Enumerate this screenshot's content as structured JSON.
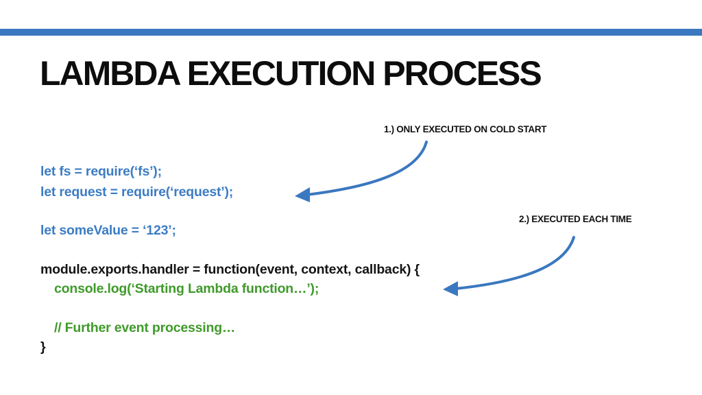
{
  "slide": {
    "title": "LAMBDA EXECUTION PROCESS",
    "accent_color": "#3a78bf"
  },
  "annotations": [
    {
      "label": "1.) ONLY EXECUTED ON COLD START"
    },
    {
      "label": "2.) EXECUTED EACH TIME"
    }
  ],
  "code": {
    "colors": {
      "module_scope": "#3c7cc4",
      "handler": "#141414",
      "handler_body": "#3f9a2a"
    },
    "lines": [
      "let fs = require(‘fs’);",
      "let request = require(‘request’);",
      "let someValue = ‘123’;",
      "module.exports.handler = function(event, context, callback) {",
      "console.log(‘Starting Lambda function…’);",
      "// Further event processing…",
      "}"
    ]
  }
}
